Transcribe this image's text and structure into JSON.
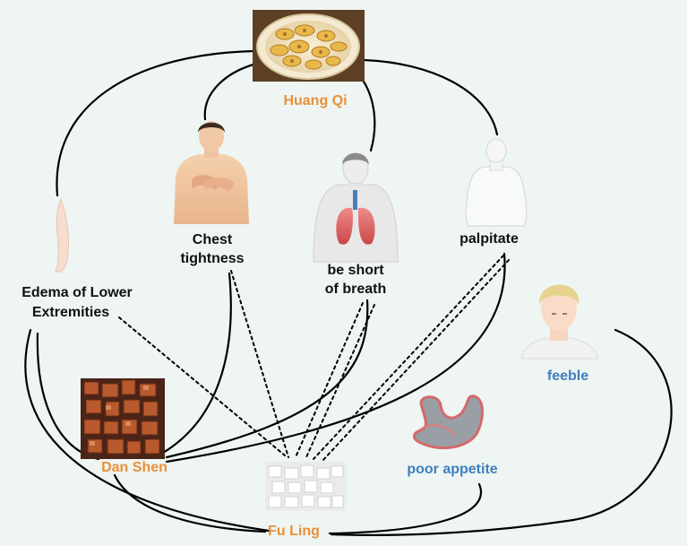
{
  "colors": {
    "background": "#eef5f2",
    "herb_label": "#e8913a",
    "symptom_label": "#111111",
    "secondary_label": "#3f7fbf",
    "line": "#000000"
  },
  "herbs": {
    "huang_qi": "Huang Qi",
    "dan_shen": "Dan Shen",
    "fu_ling": "Fu Ling"
  },
  "symptoms": {
    "chest_1": "Chest",
    "chest_2": "tightness",
    "breath_1": "be short",
    "breath_2": "of breath",
    "palpitate": "palpitate",
    "edema_1": "Edema of Lower",
    "edema_2": "Extremities",
    "feeble": "feeble",
    "appetite": "poor appetite"
  },
  "icons": [
    "herb-slices-image",
    "man-chest-image",
    "lungs-image",
    "man-outline-image",
    "leg-image",
    "elderly-face-image",
    "stomach-image",
    "red-root-cubes-image",
    "white-cubes-image"
  ]
}
